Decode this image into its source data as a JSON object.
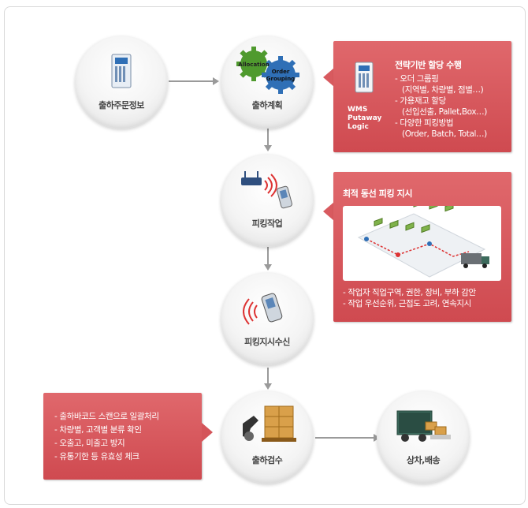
{
  "nodes": {
    "order_info": "출하주문정보",
    "shipping_plan": "출하계획",
    "picking_work": "피킹작업",
    "picking_receive": "피킹지시수신",
    "shipping_inspect": "출하검수",
    "loading_delivery": "상차,배송"
  },
  "gears": {
    "allocation": "Allocation",
    "order_grouping_1": "Order",
    "order_grouping_2": "Grouping"
  },
  "panel_strategy": {
    "wms_lines": [
      "WMS",
      "Putaway",
      "Logic"
    ],
    "title": "전략기반 할당 수행",
    "items": [
      "- 오더 그룹핑",
      "(지역별, 차량별, 점별…)",
      "- 가용재고 할당",
      "(선입선출, Pallet,Box…)",
      "- 다양한 피킹방법",
      "(Order, Batch, Total…)"
    ]
  },
  "panel_picking": {
    "title": "최적 동선 피킹 지시",
    "items": [
      "- 작업자 직업구역, 권한, 장비, 부하 감안",
      "- 작업 우선순위, 근접도 고려, 연속지시"
    ]
  },
  "panel_inspection": {
    "items": [
      "- 출하바코드 스캔으로 일괄처리",
      "- 차량별, 고객별 분류 확인",
      "- 오출고, 미출고 방지",
      "- 유통기한 등 유효성 체크"
    ]
  },
  "colors": {
    "panel": "#d4555a",
    "arrow": "#9a9a9a",
    "gear_green": "#4f9a2e",
    "gear_blue": "#2f6fb6"
  }
}
